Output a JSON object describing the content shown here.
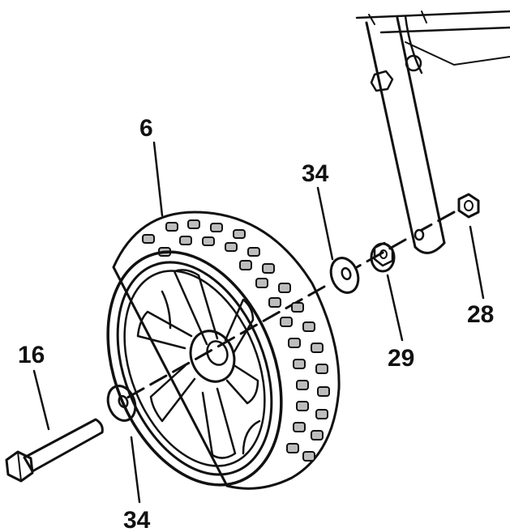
{
  "colors": {
    "ink": "#111111",
    "paper": "#ffffff",
    "tread": "#bdbdbd"
  },
  "callouts": {
    "wheel": "6",
    "washer_upper": "34",
    "nut_small": "28",
    "nut_flange": "29",
    "bolt": "16",
    "washer_lower": "34"
  }
}
